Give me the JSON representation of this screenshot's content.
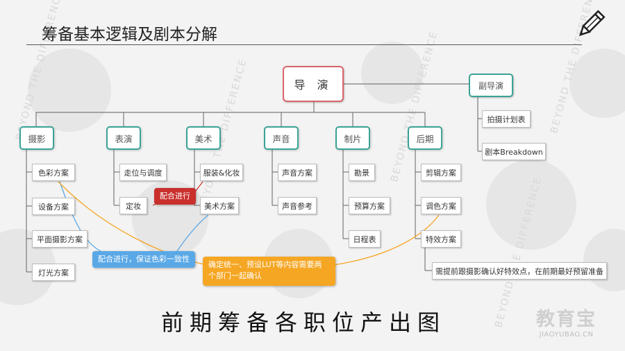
{
  "title": "筹备基本逻辑及剧本分解",
  "root": "导 演",
  "assistant": {
    "label": "副导演",
    "items": [
      "拍摄计划表",
      "剧本Breakdown"
    ]
  },
  "departments": [
    {
      "label": "摄影",
      "items": [
        "色彩方案",
        "设备方案",
        "平面摄影方案",
        "灯光方案"
      ]
    },
    {
      "label": "表演",
      "items": [
        "走位与调度",
        "定妆"
      ]
    },
    {
      "label": "美术",
      "items": [
        "服装&化妆",
        "美术方案"
      ]
    },
    {
      "label": "声音",
      "items": [
        "声音方案",
        "声音参考"
      ]
    },
    {
      "label": "制片",
      "items": [
        "勘景",
        "预算方案",
        "日程表"
      ]
    },
    {
      "label": "后期",
      "items": [
        "剪辑方案",
        "调色方案",
        "特效方案"
      ]
    }
  ],
  "vfx_note": "需提前跟摄影确认好特效点，在前期最好预留准备",
  "notes": {
    "red": "配合进行",
    "blue": "配合进行，保证色彩一致性",
    "orange_line1": "确定统一、预设LUT等内容需要两",
    "orange_line2": "个部门一起确认"
  },
  "watermark": "BEYOND THE DIFFERENCE",
  "footer": "前期筹备各职位产出图",
  "logo": {
    "main": "教育宝",
    "sub": "JIAOYUBAO.CN"
  },
  "colors": {
    "teal": "#3aa396",
    "root_border": "#d9646a",
    "red": "#c9302c",
    "blue": "#5aa8e6",
    "orange": "#f5a623"
  },
  "icons": [
    "pencil-icon"
  ]
}
